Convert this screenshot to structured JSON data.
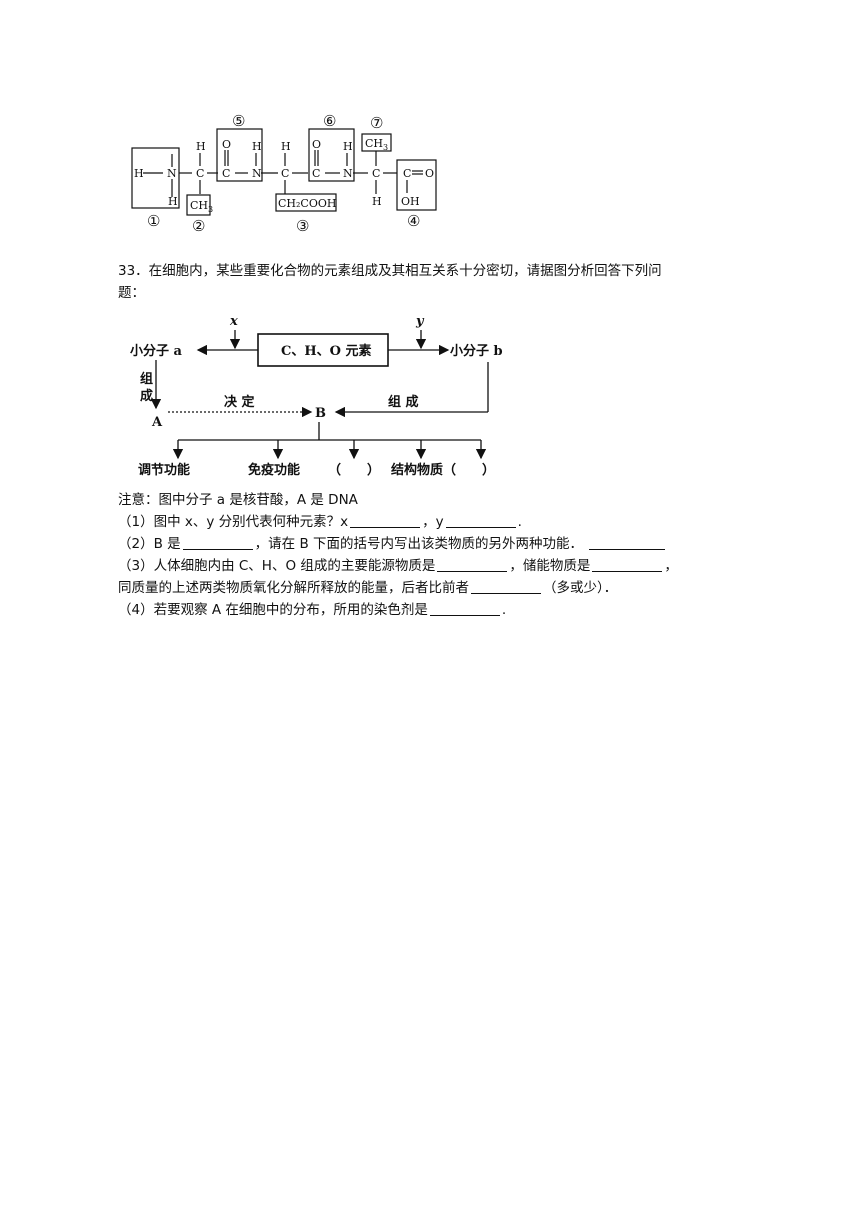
{
  "structure": {
    "h": "H",
    "n": "N",
    "c": "C",
    "o": "O",
    "ch3": "CH",
    "sub3": "3",
    "ch2cooh": "CH₂COOH",
    "oh": "OH",
    "label1": "①",
    "label2": "②",
    "label3": "③",
    "label4": "④",
    "label5": "⑤",
    "label6": "⑥",
    "label7": "⑦"
  },
  "question": {
    "line1": "33．在细胞内，某些重要化合物的元素组成及其相互关系十分密切，请据图分析回答下列问",
    "line2": "题："
  },
  "diagram": {
    "x": "x",
    "y": "y",
    "small_a": "小分子 a",
    "elements": "C、H、O 元素",
    "small_b": "小分子 b",
    "compose_left_1": "组",
    "compose_left_2": "成",
    "A": "A",
    "decide": "决 定",
    "B": "B",
    "compose_right": "组 成",
    "func1": "调节功能",
    "func2": "免疫功能",
    "func3": "（　　）",
    "func4": "结构物质（　　）"
  },
  "text": {
    "note": "注意：图中分子 a 是核苷酸，A 是 DNA",
    "q1_a": "（1）图中 x、y 分别代表何种元素？x",
    "q1_b": "，y",
    "q1_c": ".",
    "q2_a": "（2）B 是",
    "q2_b": "，请在 B 下面的括号内写出该类物质的另外两种功能．",
    "q3_a": "（3）人体细胞内由 C、H、O 组成的主要能源物质是",
    "q3_b": "，储能物质是",
    "q3_c": "，",
    "q3_d": "同质量的上述两类物质氧化分解所释放的能量，后者比前者",
    "q3_e": "（多或少）．",
    "q4_a": "（4）若要观察 A 在细胞中的分布，所用的染色剂是",
    "q4_b": "."
  }
}
